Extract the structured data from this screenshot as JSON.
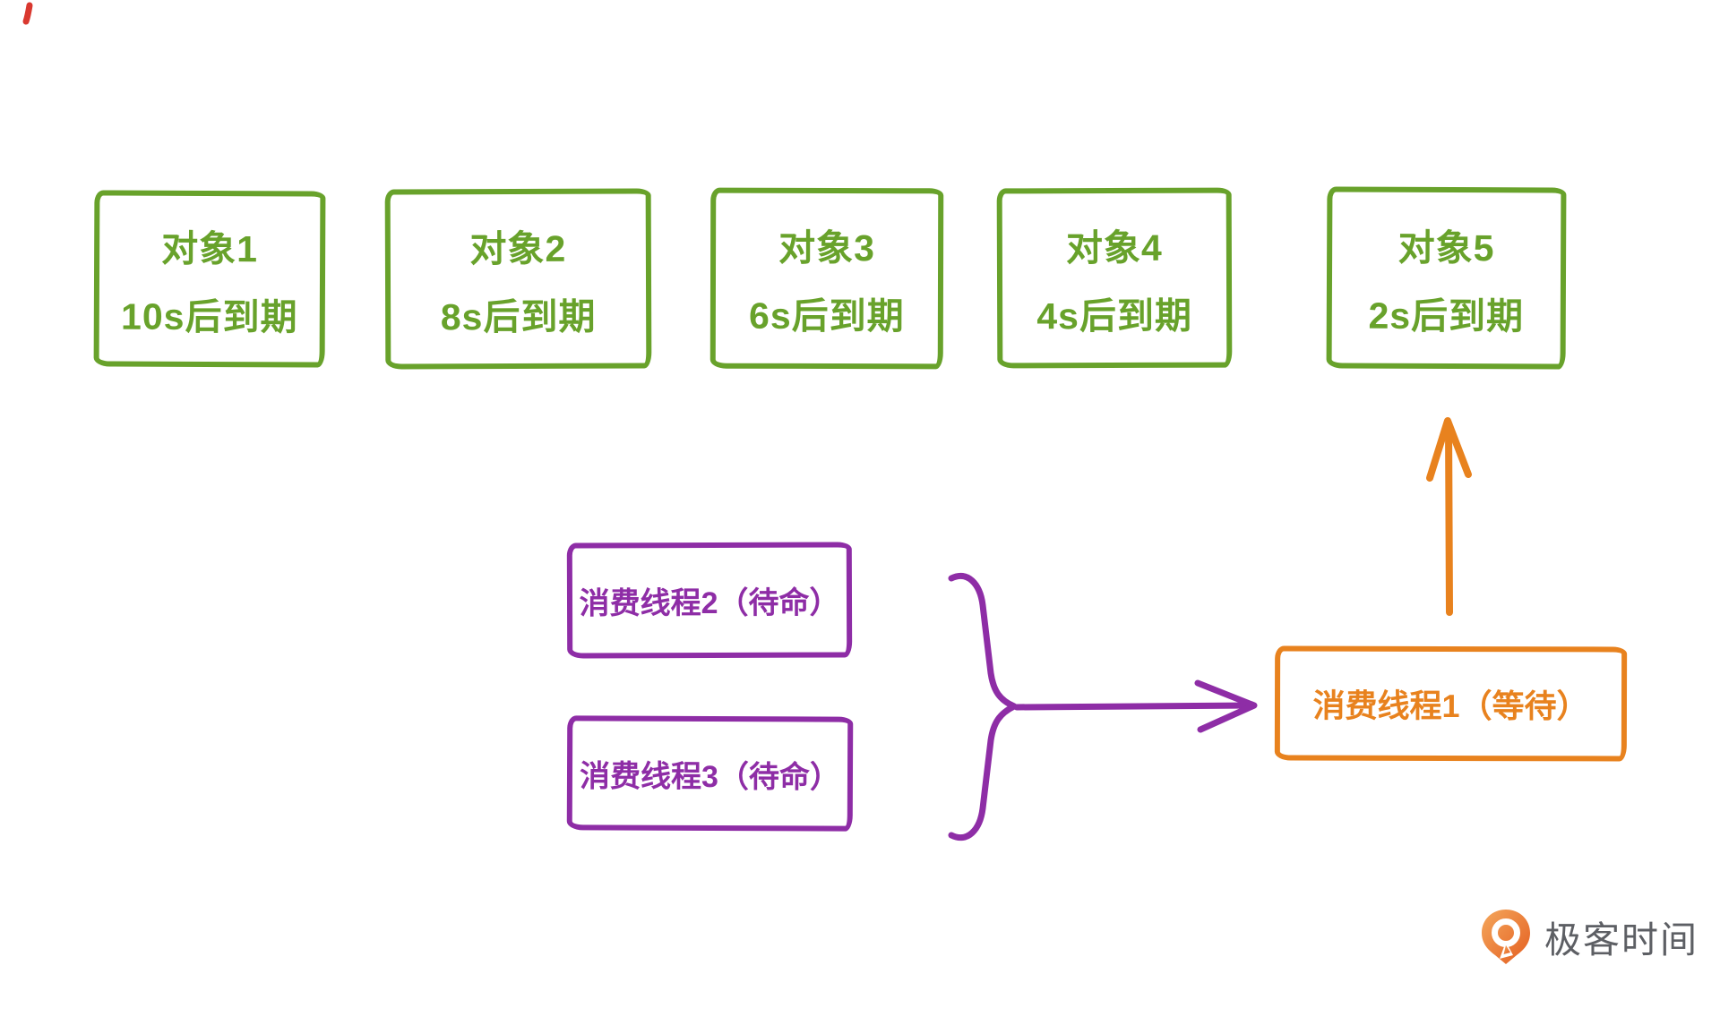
{
  "colors": {
    "green": "#68a22b",
    "purple": "#8e2da6",
    "orange": "#e8821e",
    "logo_text": "#5d5f64",
    "logo_mark_light": "#f4a75c",
    "logo_mark_dark": "#e45e20",
    "accent_red": "#d9382f",
    "background": "#ffffff"
  },
  "objects": [
    {
      "title": "对象1",
      "expiry": "10s后到期"
    },
    {
      "title": "对象2",
      "expiry": "8s后到期"
    },
    {
      "title": "对象3",
      "expiry": "6s后到期"
    },
    {
      "title": "对象4",
      "expiry": "4s后到期"
    },
    {
      "title": "对象5",
      "expiry": "2s后到期"
    }
  ],
  "consumers": {
    "thread2": {
      "label": "消费线程2（待命）"
    },
    "thread3": {
      "label": "消费线程3（待命）"
    },
    "thread1": {
      "label": "消费线程1（等待）"
    }
  },
  "footer": {
    "logo_text": "极客时间"
  }
}
